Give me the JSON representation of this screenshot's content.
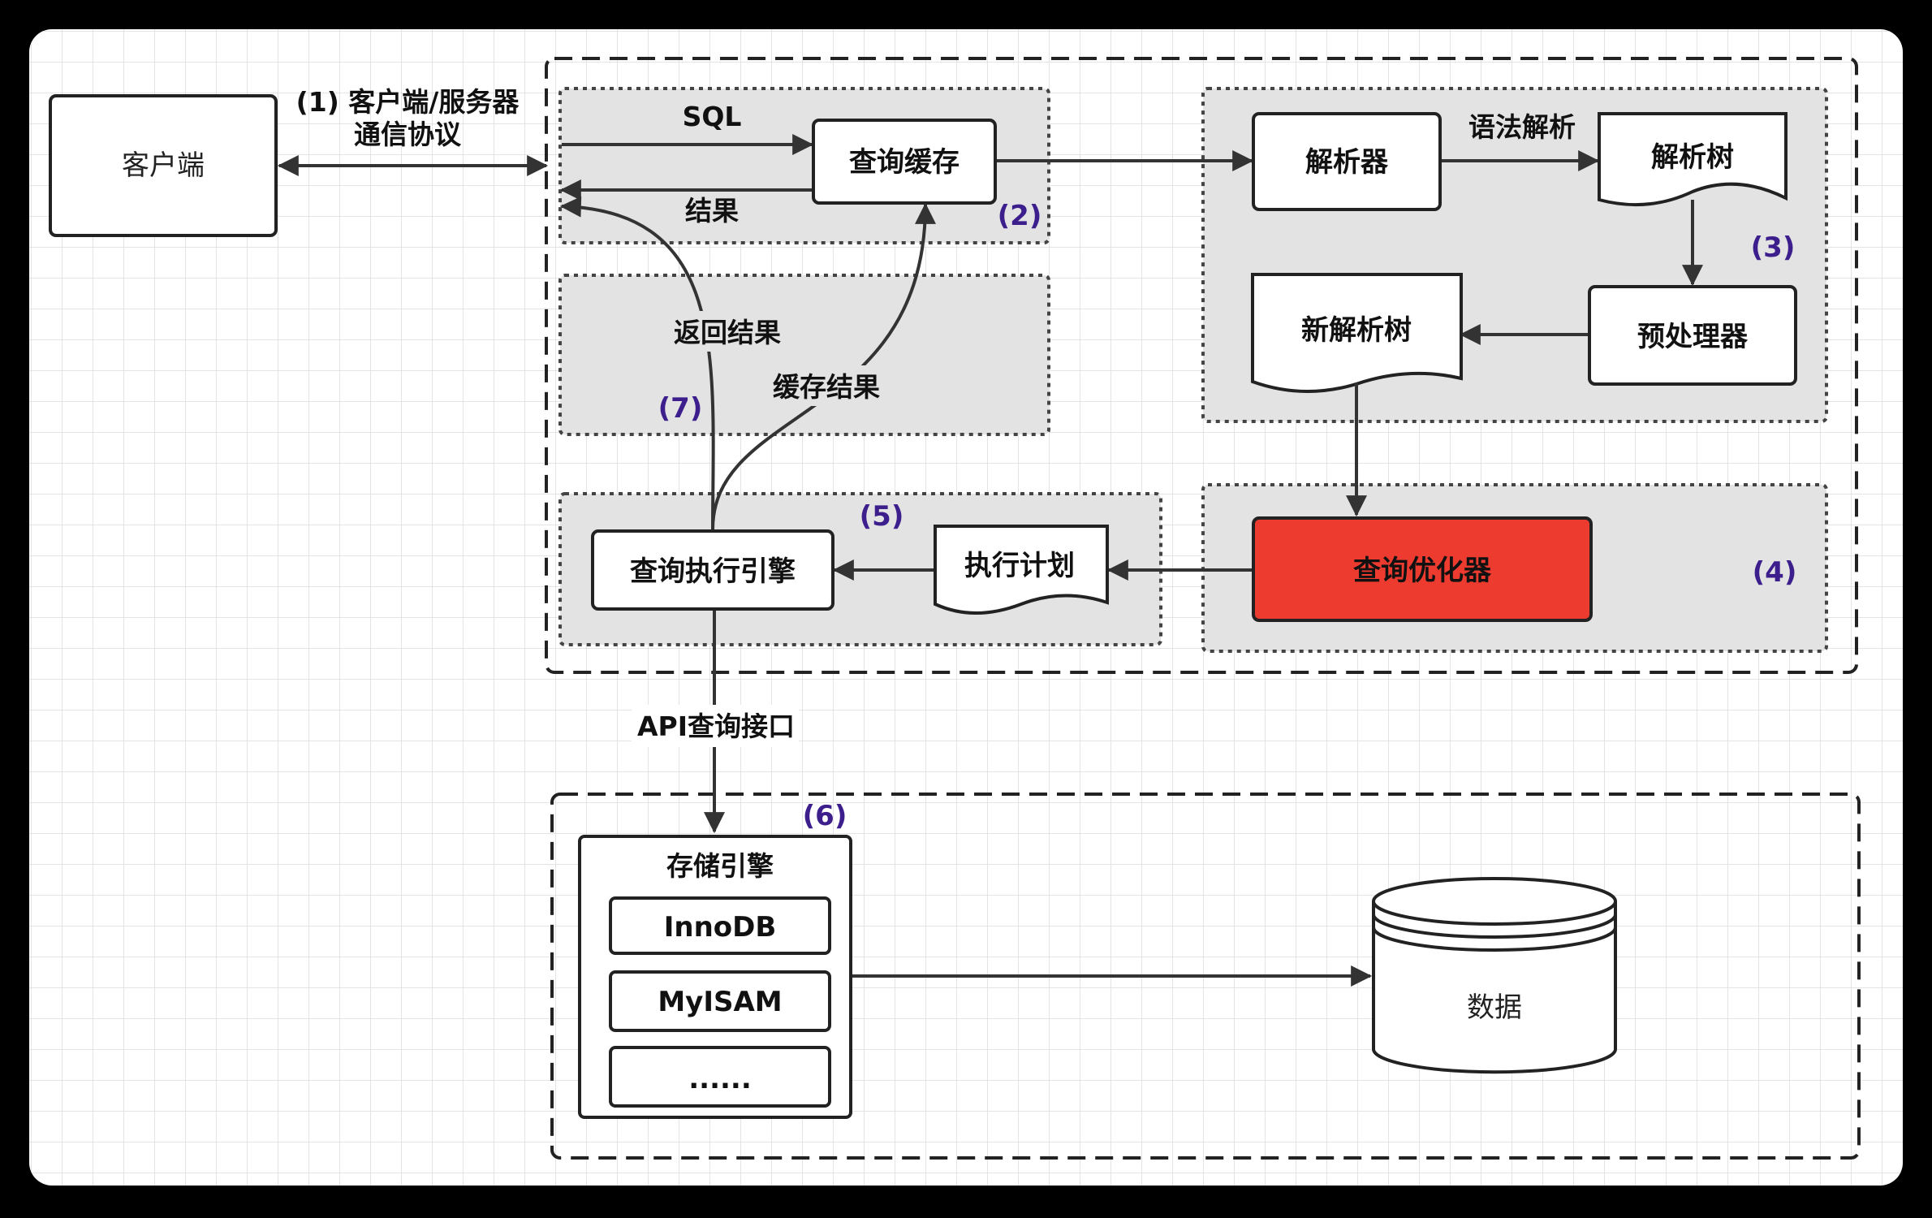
{
  "client": {
    "label": "客户端"
  },
  "protocol": {
    "line1": "(1) 客户端/服务器",
    "line2": "通信协议"
  },
  "cache_group": {
    "sql_label": "SQL",
    "result_label": "结果",
    "query_cache": "查询缓存",
    "step": "(2)"
  },
  "parse_group": {
    "parser": "解析器",
    "syntax_label": "语法解析",
    "parse_tree": "解析树",
    "preprocessor": "预处理器",
    "new_parse_tree": "新解析树",
    "step": "(3)"
  },
  "optimizer_group": {
    "optimizer": "查询优化器",
    "step": "(4)"
  },
  "exec_group": {
    "engine": "查询执行引擎",
    "plan": "执行计划",
    "step": "(5)"
  },
  "return_group": {
    "return_label": "返回结果",
    "cache_label": "缓存结果",
    "step": "(7)"
  },
  "api_label": "API查询接口",
  "storage": {
    "step": "(6)",
    "title": "存储引擎",
    "engines": [
      "InnoDB",
      "MyISAM",
      "......"
    ],
    "data": "数据"
  },
  "colors": {
    "optimizer_fill": "#ee3b30",
    "group_fill": "#e3e3e3",
    "step_color": "#3c1e8c"
  }
}
